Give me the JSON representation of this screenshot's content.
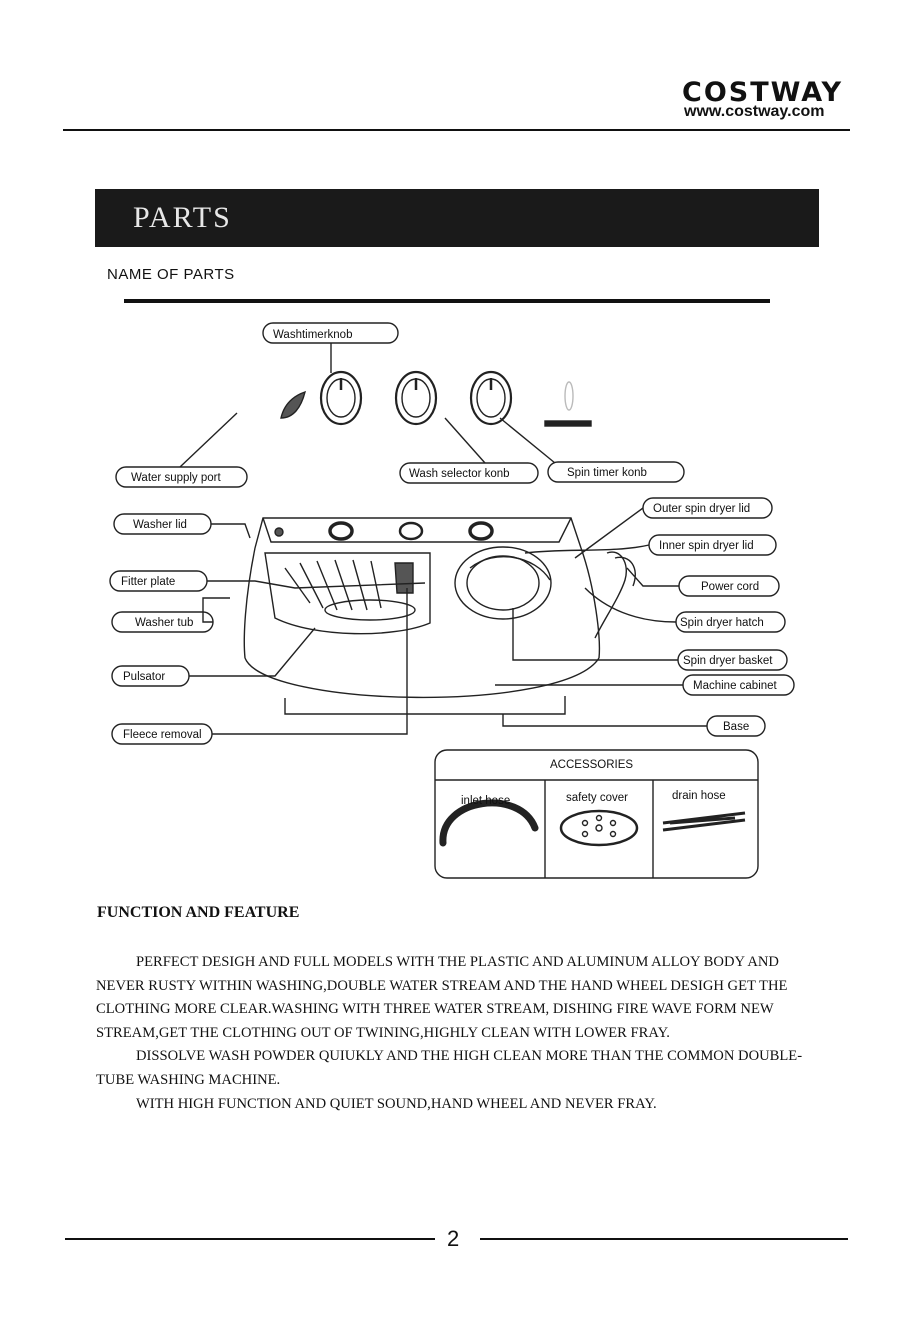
{
  "header": {
    "brand": "COSTWAY",
    "website": "www.costway.com"
  },
  "section_title": "PARTS",
  "subheading": "NAME OF PARTS",
  "labels": {
    "wash_timer_knob": "Washtimerknob",
    "water_supply_port": "Water supply  port",
    "wash_selector_knob": "Wash selector  konb",
    "spin_timer_knob": "Spin timer  konb",
    "outer_spin_dryer_lid": "Outer spin dryer  lid",
    "inner_spin_dryer_lid": "Inner spin dryer  lid",
    "power_cord": "Power  cord",
    "spin_dryer_hatch": "Spin dryer  hatch",
    "spin_dryer_basket": "Spin dryer  basket",
    "machine_cabinet": "Machine cabinet",
    "base": "Base",
    "washer_lid": "Washer  lid",
    "fitter_plate": "Fitter plate",
    "washer_tub": "Washer  tub",
    "pulsator": "Pulsator",
    "fleece_removal": "Fleece   removal"
  },
  "accessories": {
    "title": "ACCESSORIES",
    "items": [
      "inlet hose",
      "safety cover",
      "drain hose"
    ]
  },
  "feature": {
    "title": "FUNCTION AND FEATURE",
    "p1": "PERFECT DESIGH AND FULL MODELS WITH THE PLASTIC AND ALUMINUM ALLOY BODY AND NEVER RUSTY WITHIN WASHING,DOUBLE WATER STREAM AND THE HAND WHEEL DESIGH GET THE CLOTHING MORE CLEAR.WASHING WITH THREE WATER STREAM, DISHING FIRE WAVE FORM NEW STREAM,GET THE CLOTHING OUT OF TWINING,HIGHLY CLEAN WITH LOWER FRAY.",
    "p2": "DISSOLVE WASH POWDER QUIUKLY AND THE HIGH CLEAN MORE THAN THE COMMON DOUBLE-TUBE WASHING MACHINE.",
    "p3": "WITH HIGH FUNCTION AND QUIET SOUND,HAND WHEEL AND NEVER FRAY."
  },
  "page_number": "2"
}
